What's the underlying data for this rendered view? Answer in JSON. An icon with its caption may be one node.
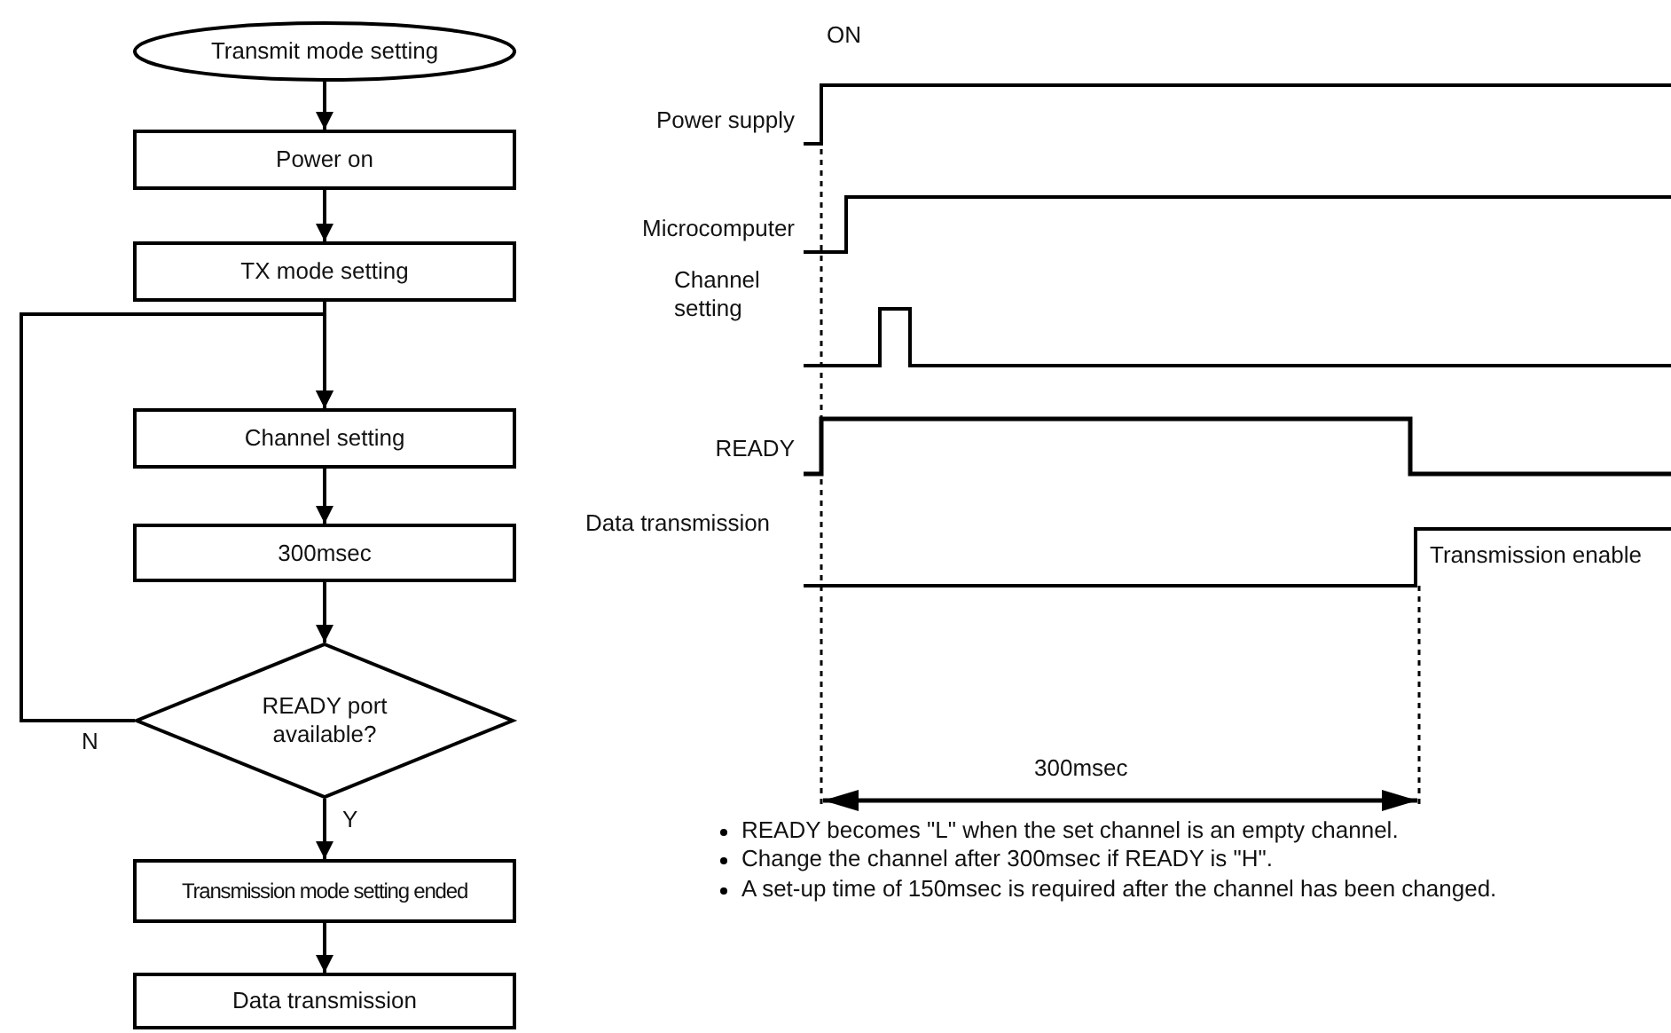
{
  "diagram": {
    "nodes": [
      {
        "text": [
          "Transmit mode setting"
        ]
      },
      {
        "text": [
          "Power on"
        ]
      },
      {
        "text": [
          "TX mode setting"
        ]
      },
      {
        "text": [
          "Channel setting"
        ]
      },
      {
        "text": [
          "300msec"
        ]
      },
      {
        "text": [
          "READY port available?"
        ]
      },
      {
        "text": [
          "Transmission mode setting ended"
        ]
      },
      {
        "text": [
          "Data transmission"
        ]
      }
    ],
    "edges": [
      {
        "from": 0,
        "to": 1,
        "arrow": "to"
      },
      {
        "from": 1,
        "to": 2,
        "arrow": "to"
      },
      {
        "from": 2,
        "to": 3,
        "arrow": "to"
      },
      {
        "from": 3,
        "to": 4,
        "arrow": "to"
      },
      {
        "from": 4,
        "to": 5,
        "arrow": "to"
      },
      {
        "from": 5,
        "to": 3,
        "arrow": "to",
        "label": "N"
      },
      {
        "from": 5,
        "to": 6,
        "arrow": "to",
        "label": "Y"
      },
      {
        "from": 6,
        "to": 7,
        "arrow": "to"
      }
    ],
    "labels": [
      "ON",
      "Power supply",
      "Microcomputer",
      "Channel setting",
      "READY",
      "Data transmission",
      "Transmission enable",
      "300msec",
      "READY becomes \"L\" when the set channel is an empty channel.",
      "Change the channel after 300msec if READY is \"H\".",
      "A set-up time of 150msec is required after the channel has been changed."
    ]
  }
}
